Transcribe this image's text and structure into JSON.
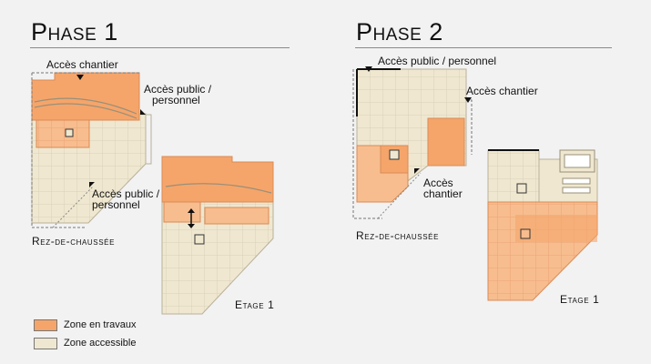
{
  "colors": {
    "works": "#f5a56a",
    "works_light": "#f7bd8e",
    "accessible": "#efe7cf",
    "accessible_alt": "#e9dfc2",
    "wall": "#b9b09a",
    "dark": "#111111"
  },
  "phase1": {
    "title": "Phase 1",
    "labels": {
      "chantier_top": "Accès chantier",
      "public_right_1": "Accès public /",
      "public_right_2": "personnel",
      "public_mid_1": "Accès public /",
      "public_mid_2": "personnel"
    },
    "floor_ground": "Rez-de-chaussée",
    "floor_one": "Etage 1"
  },
  "phase2": {
    "title": "Phase 2",
    "labels": {
      "public_top": "Accès public / personnel",
      "chantier_right": "Accès chantier",
      "chantier_mid_1": "Accès",
      "chantier_mid_2": "chantier"
    },
    "floor_ground": "Rez-de-chaussée",
    "floor_one": "Etage 1"
  },
  "legend": {
    "works": "Zone en travaux",
    "accessible": "Zone accessible"
  }
}
